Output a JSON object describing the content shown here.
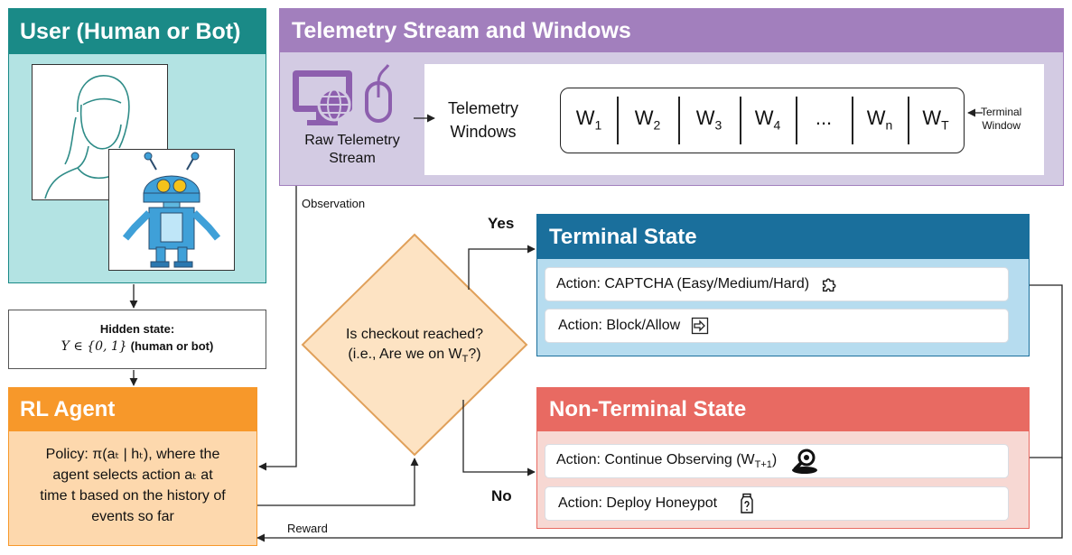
{
  "user": {
    "title": "User (Human or Bot)"
  },
  "hidden_state": {
    "label": "Hidden state:",
    "formula": "Y ∈ {0, 1}",
    "suffix": "(human or bot)"
  },
  "agent": {
    "title": "RL Agent",
    "policy_lines": [
      "Policy: π(aₜ | hₜ), where the",
      "agent selects action aₜ at",
      "time t based on the history of",
      "events so far"
    ]
  },
  "telemetry": {
    "title": "Telemetry Stream and Windows",
    "raw_lines": [
      "Raw Telemetry",
      "Stream"
    ],
    "windows_label_lines": [
      "Telemetry",
      "Windows"
    ],
    "windows": [
      {
        "base": "W",
        "sub": "1"
      },
      {
        "base": "W",
        "sub": "2"
      },
      {
        "base": "W",
        "sub": "3"
      },
      {
        "base": "W",
        "sub": "4"
      },
      {
        "base": "...",
        "sub": ""
      },
      {
        "base": "W",
        "sub": "n"
      },
      {
        "base": "W",
        "sub": "T"
      }
    ],
    "terminal_window_lines": [
      "Terminal",
      "Window"
    ]
  },
  "labels": {
    "observation": "Observation",
    "reward": "Reward",
    "yes": "Yes",
    "no": "No"
  },
  "decision": {
    "line1": "Is checkout reached?",
    "line2_prefix": "(i.e., Are we on W",
    "line2_sub": "T",
    "line2_suffix": "?)"
  },
  "terminal": {
    "title": "Terminal State",
    "actions": [
      "Action: CAPTCHA (Easy/Medium/Hard)",
      "Action: Block/Allow"
    ]
  },
  "nonterminal": {
    "title": "Non-Terminal State",
    "action1_prefix": "Action: Continue Observing (W",
    "action1_sub": "T+1",
    "action1_suffix": ")",
    "action2": "Action: Deploy Honeypot"
  },
  "colors": {
    "user_header": "#1a8a87",
    "user_body": "#b3e3e3",
    "telemetry_header": "#a27fbd",
    "telemetry_body": "#d3cbe3",
    "agent_header": "#f7982a",
    "agent_body": "#fdd8ad",
    "terminal_header": "#1a6f9c",
    "terminal_body": "#b6dcef",
    "nonterminal_header": "#e86a62",
    "nonterminal_body": "#f7d8d3",
    "decision_fill": "#fde3c3",
    "decision_stroke": "#e0a05a"
  }
}
